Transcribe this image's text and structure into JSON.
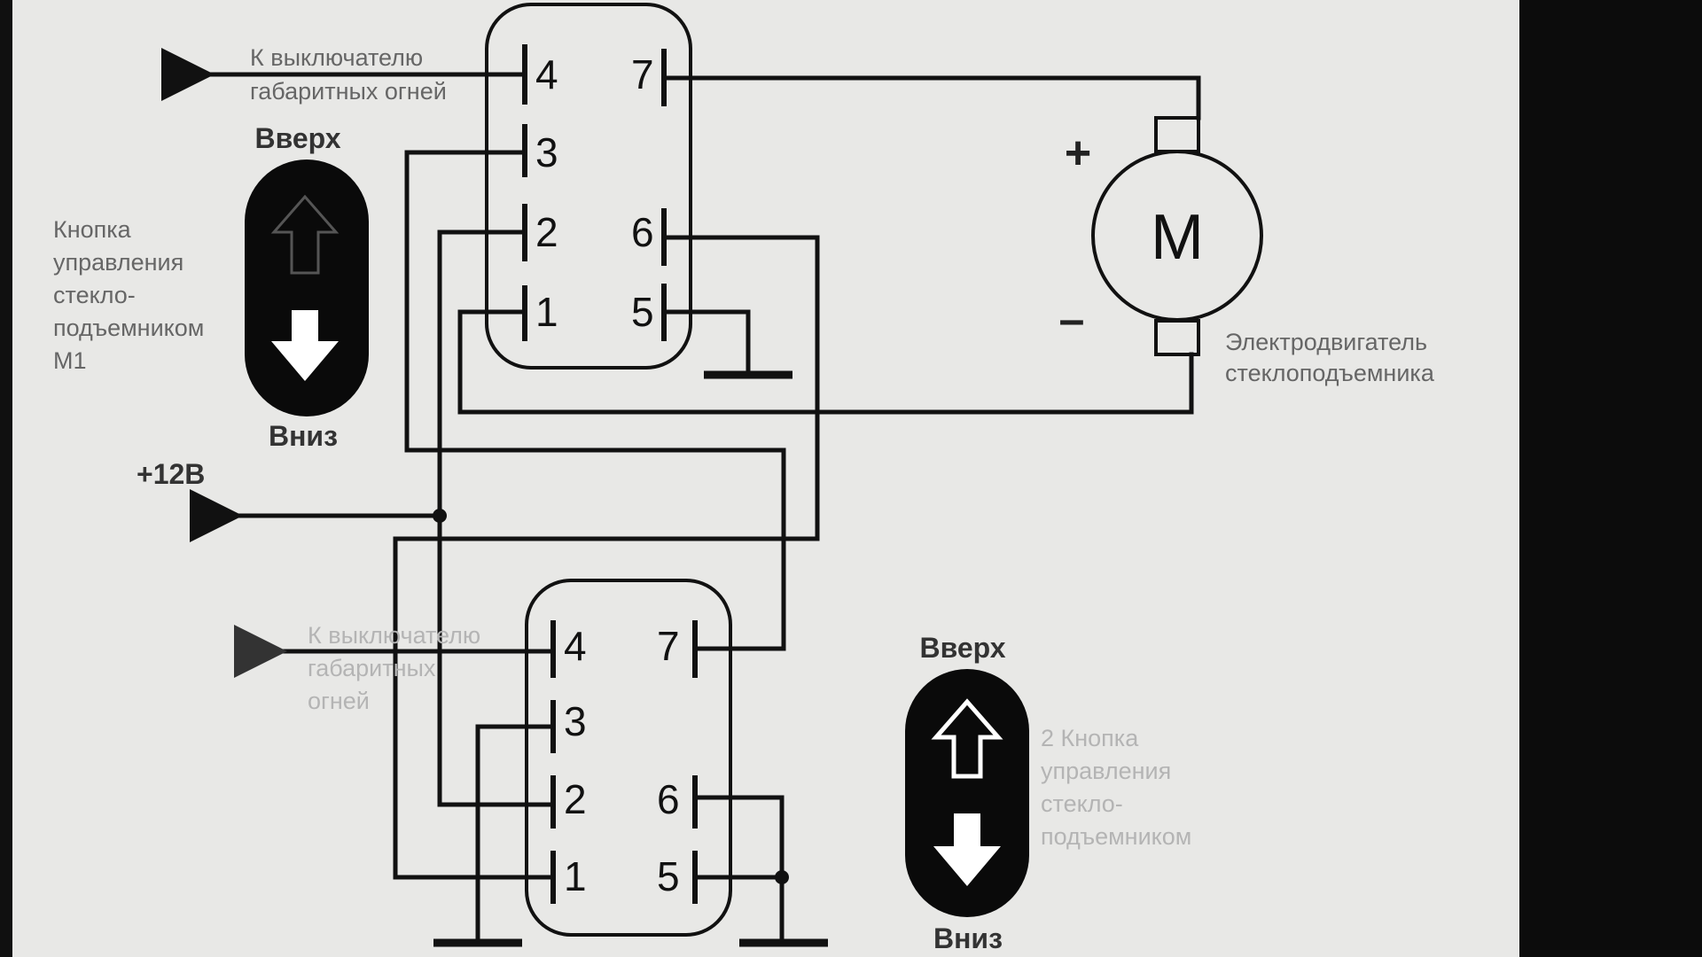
{
  "switch1": {
    "pins": {
      "p1": "1",
      "p2": "2",
      "p3": "3",
      "p4": "4",
      "p5": "5",
      "p6": "6",
      "p7": "7"
    },
    "to_lights": [
      "К выключателю",
      "габаритных огней"
    ],
    "button_label": [
      "Кнопка",
      "управления",
      "стекло-",
      "подъемником",
      "М1"
    ],
    "up_label": "Вверх",
    "down_label": "Вниз"
  },
  "switch2": {
    "pins": {
      "p1": "1",
      "p2": "2",
      "p3": "3",
      "p4": "4",
      "p5": "5",
      "p6": "6",
      "p7": "7"
    },
    "to_lights": [
      "К выключателю",
      "габаритных",
      "огней"
    ],
    "button_label": [
      "2 Кнопка",
      "управления",
      "стекло-",
      "подъемником"
    ],
    "up_label": "Вверх",
    "down_label": "Вниз"
  },
  "motor": {
    "symbol": "M",
    "plus": "+",
    "minus": "–",
    "label": [
      "Электродвигатель",
      "стеклоподъемника"
    ]
  },
  "power": {
    "label": "+12В"
  },
  "colors": {
    "wire": "#111111",
    "button_fill": "#0a0a0a",
    "screen": "#e8e8e6"
  }
}
